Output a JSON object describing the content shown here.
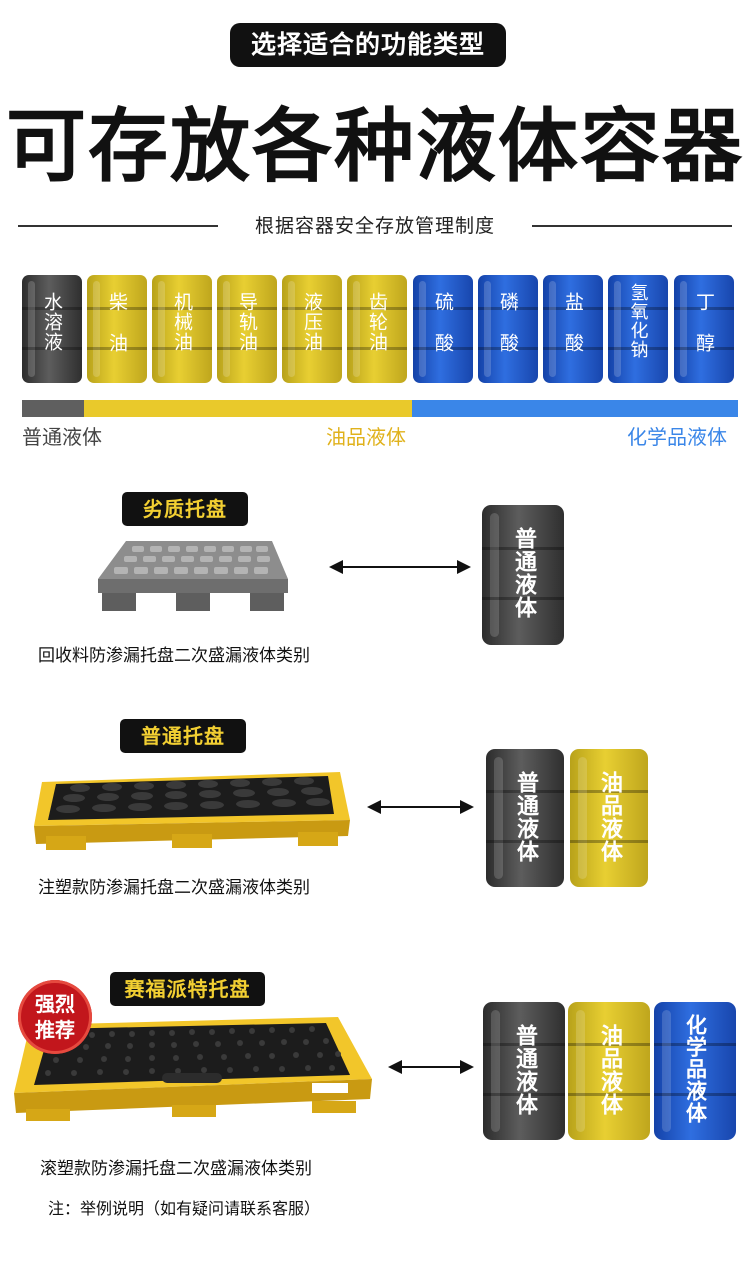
{
  "header": {
    "pill": "选择适合的功能类型",
    "title": "可存放各种液体容器",
    "subtitle": "根据容器安全存放管理制度"
  },
  "barrels": [
    {
      "label": "水溶液",
      "color": "gray"
    },
    {
      "label": "柴油",
      "color": "yellow"
    },
    {
      "label": "机械油",
      "color": "yellow"
    },
    {
      "label": "导轨油",
      "color": "yellow"
    },
    {
      "label": "液压油",
      "color": "yellow"
    },
    {
      "label": "齿轮油",
      "color": "yellow"
    },
    {
      "label": "硫酸",
      "color": "blue"
    },
    {
      "label": "磷酸",
      "color": "blue"
    },
    {
      "label": "盐酸",
      "color": "blue"
    },
    {
      "label": "氢氧化钠",
      "color": "blue"
    },
    {
      "label": "丁醇",
      "color": "blue"
    }
  ],
  "categories": {
    "normal": "普通液体",
    "oil": "油品液体",
    "chemical": "化学品液体"
  },
  "colors": {
    "gray": "#5f5f5f",
    "yellow": "#e9c92b",
    "blue": "#3a86e8",
    "tag_text": "#f2cf32",
    "badge": "#c2161c"
  },
  "sections": [
    {
      "tag": "劣质托盘",
      "caption": "回收料防渗漏托盘二次盛漏液体类别",
      "barrels": [
        "普通液体"
      ]
    },
    {
      "tag": "普通托盘",
      "caption": "注塑款防渗漏托盘二次盛漏液体类别",
      "barrels": [
        "普通液体",
        "油品液体"
      ]
    },
    {
      "tag": "赛福派特托盘",
      "caption": "滚塑款防渗漏托盘二次盛漏液体类别",
      "barrels": [
        "普通液体",
        "油品液体",
        "化学品液体"
      ]
    }
  ],
  "badge": {
    "line1": "强烈",
    "line2": "推荐"
  },
  "note": "注：举例说明（如有疑问请联系客服）"
}
